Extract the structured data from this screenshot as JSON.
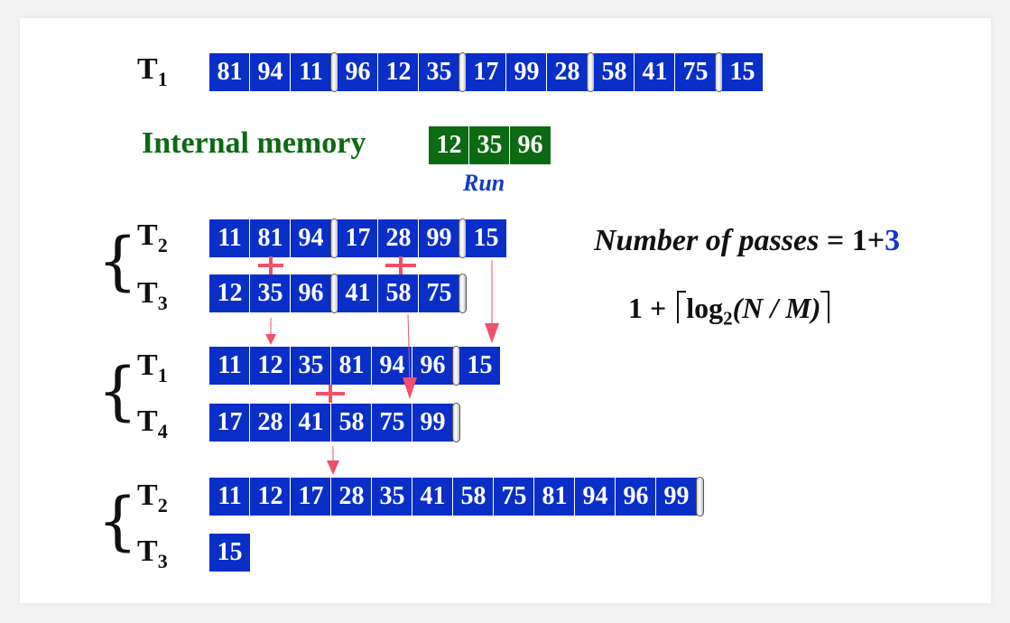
{
  "rows": [
    {
      "label": "T",
      "sub": "1",
      "cells": [
        "81",
        "94",
        "11",
        "96",
        "12",
        "35",
        "17",
        "99",
        "28",
        "58",
        "41",
        "75",
        "15"
      ],
      "markers_after": [
        2,
        5,
        8,
        11
      ]
    },
    {
      "label": "T",
      "sub": "2",
      "cells": [
        "11",
        "81",
        "94",
        "17",
        "28",
        "99",
        "15"
      ],
      "markers_after": [
        2,
        5
      ]
    },
    {
      "label": "T",
      "sub": "3",
      "cells": [
        "12",
        "35",
        "96",
        "41",
        "58",
        "75"
      ],
      "markers_after": [
        2,
        5
      ]
    },
    {
      "label": "T",
      "sub": "1",
      "cells": [
        "11",
        "12",
        "35",
        "81",
        "94",
        "96",
        "15"
      ],
      "markers_after": [
        5
      ]
    },
    {
      "label": "T",
      "sub": "4",
      "cells": [
        "17",
        "28",
        "41",
        "58",
        "75",
        "99"
      ],
      "markers_after": [
        5
      ]
    },
    {
      "label": "T",
      "sub": "2",
      "cells": [
        "11",
        "12",
        "17",
        "28",
        "35",
        "41",
        "58",
        "75",
        "81",
        "94",
        "96",
        "99"
      ],
      "markers_after": [
        11
      ]
    },
    {
      "label": "T",
      "sub": "3",
      "cells": [
        "15"
      ],
      "markers_after": []
    }
  ],
  "memory": {
    "label": "Internal memory",
    "cells": [
      "12",
      "35",
      "96"
    ],
    "run_label": "Run"
  },
  "passes": {
    "text": "Number of passes",
    "eq": "= 1+",
    "count": "3"
  },
  "formula": {
    "one_plus": "1 +",
    "log": "log",
    "base": "2",
    "arg": "(N / M)"
  },
  "brace": "{",
  "colors": {
    "cell_blue": "#0a2ec8",
    "memory_green": "#0b6a12",
    "accent_blue": "#1439c9",
    "arrow_red": "#f0506a"
  }
}
